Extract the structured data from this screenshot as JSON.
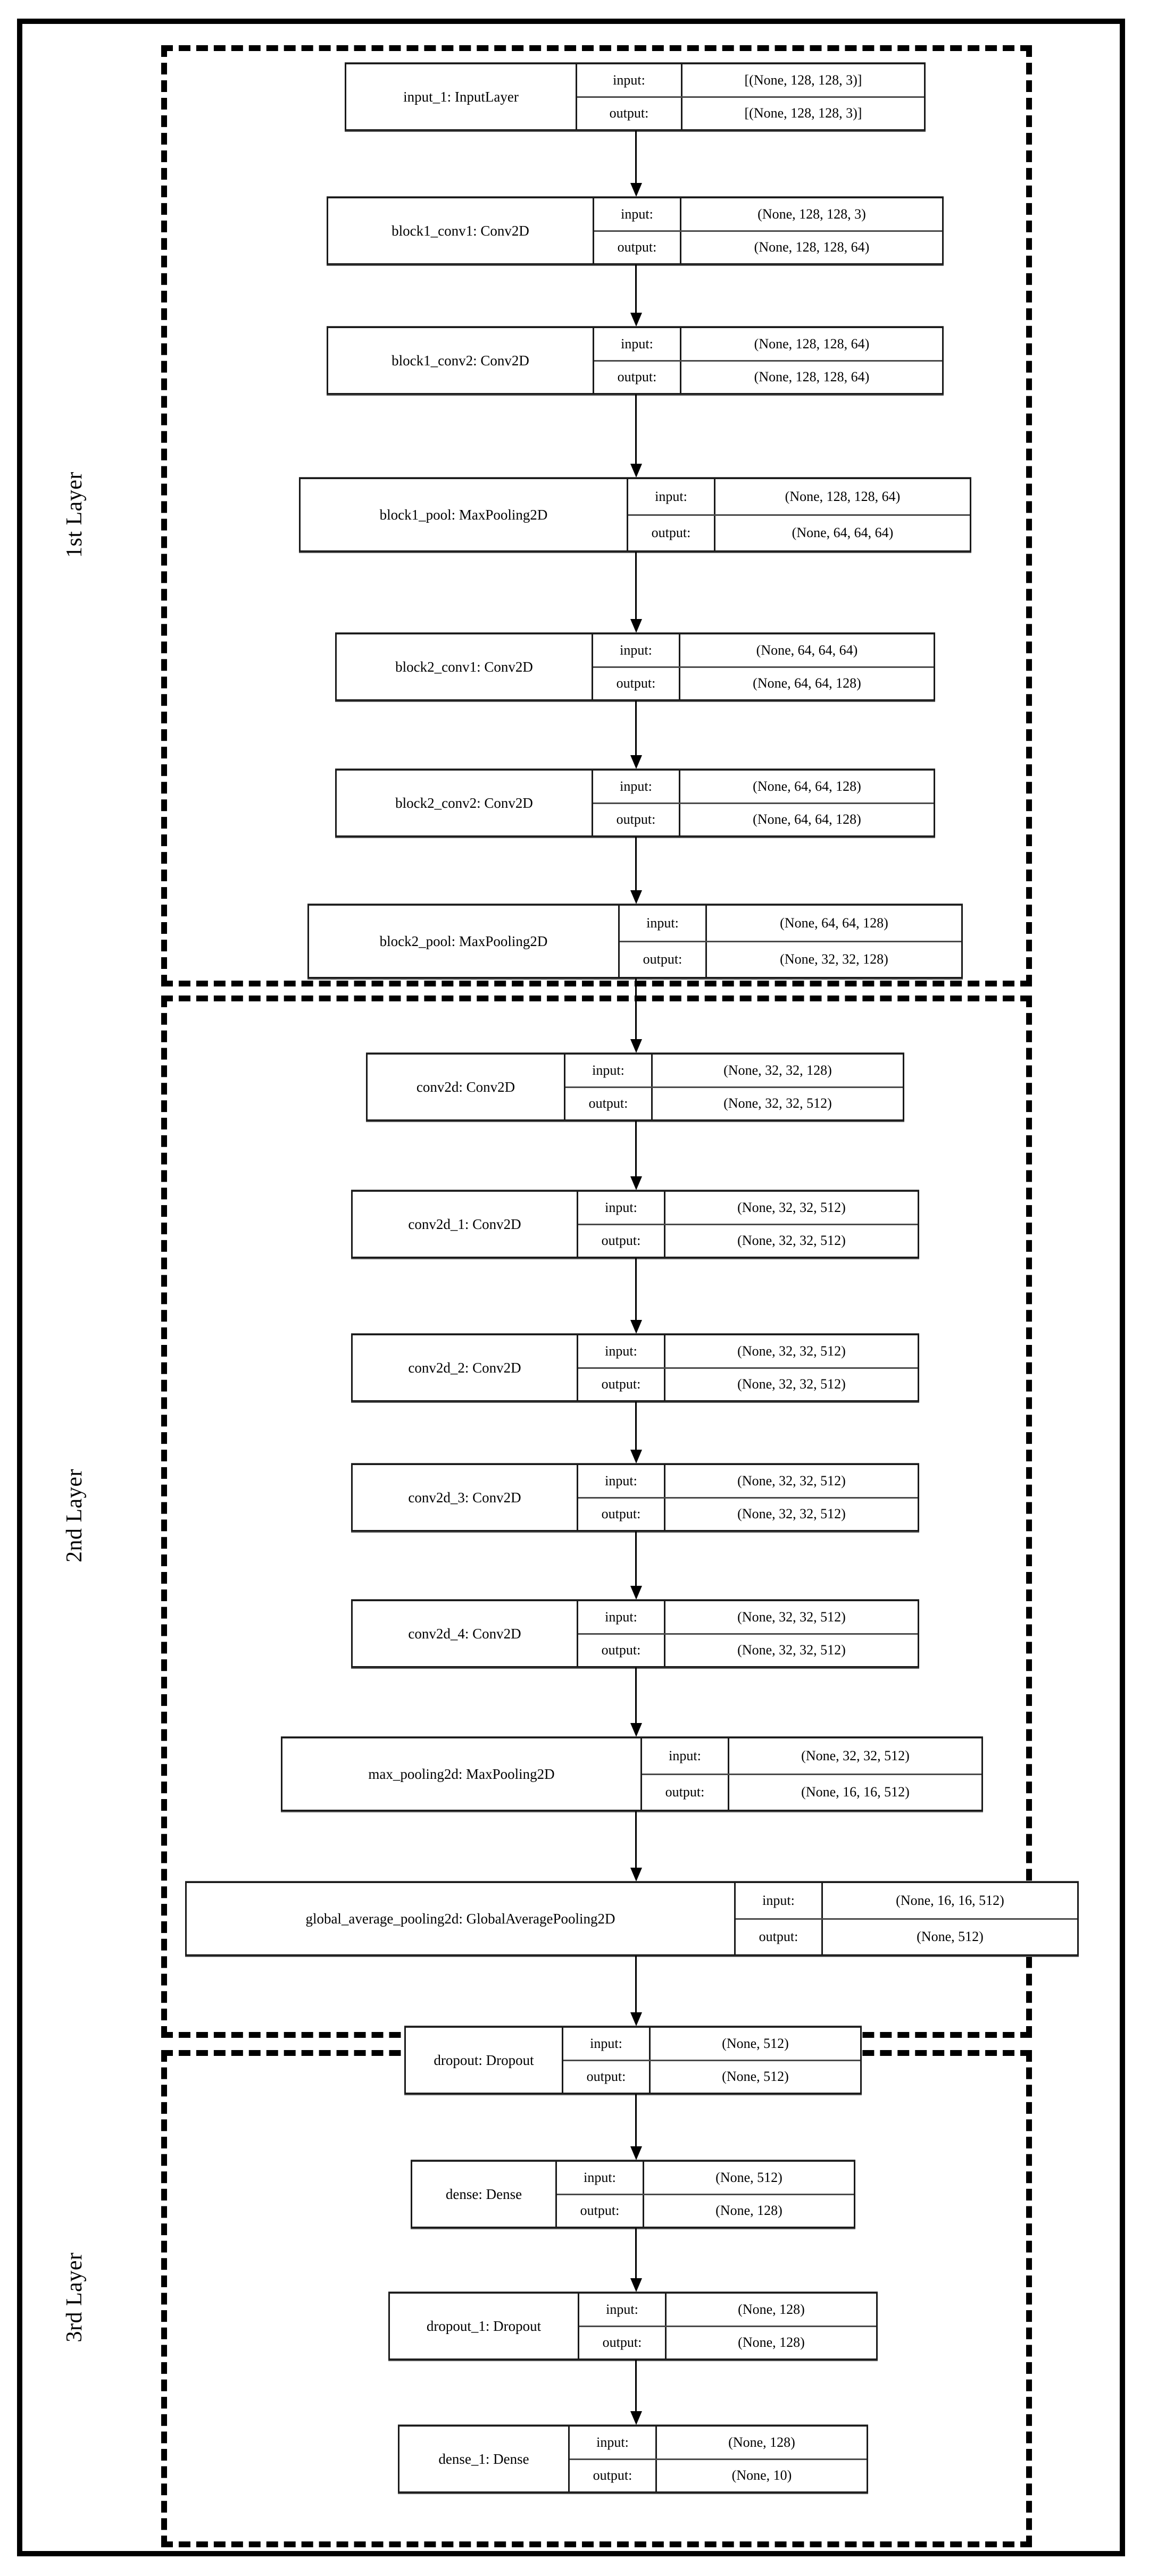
{
  "diagram": {
    "type": "keras-model-plot",
    "orientation": "top-to-bottom",
    "io_keys": {
      "input": "input:",
      "output": "output:"
    }
  },
  "sections": [
    {
      "id": "section-1",
      "label": "1st Layer"
    },
    {
      "id": "section-2",
      "label": "2nd Layer"
    },
    {
      "id": "section-3",
      "label": "3rd Layer"
    }
  ],
  "nodes": [
    {
      "name": "input_1: InputLayer",
      "input": "[(None, 128, 128, 3)]",
      "output": "[(None, 128, 128, 3)]"
    },
    {
      "name": "block1_conv1: Conv2D",
      "input": "(None, 128, 128, 3)",
      "output": "(None, 128, 128, 64)"
    },
    {
      "name": "block1_conv2: Conv2D",
      "input": "(None, 128, 128, 64)",
      "output": "(None, 128, 128, 64)"
    },
    {
      "name": "block1_pool: MaxPooling2D",
      "input": "(None, 128, 128, 64)",
      "output": "(None, 64, 64, 64)"
    },
    {
      "name": "block2_conv1: Conv2D",
      "input": "(None, 64, 64, 64)",
      "output": "(None, 64, 64, 128)"
    },
    {
      "name": "block2_conv2: Conv2D",
      "input": "(None, 64, 64, 128)",
      "output": "(None, 64, 64, 128)"
    },
    {
      "name": "block2_pool: MaxPooling2D",
      "input": "(None, 64, 64, 128)",
      "output": "(None, 32, 32, 128)"
    },
    {
      "name": "conv2d: Conv2D",
      "input": "(None, 32, 32, 128)",
      "output": "(None, 32, 32, 512)"
    },
    {
      "name": "conv2d_1: Conv2D",
      "input": "(None, 32, 32, 512)",
      "output": "(None, 32, 32, 512)"
    },
    {
      "name": "conv2d_2: Conv2D",
      "input": "(None, 32, 32, 512)",
      "output": "(None, 32, 32, 512)"
    },
    {
      "name": "conv2d_3: Conv2D",
      "input": "(None, 32, 32, 512)",
      "output": "(None, 32, 32, 512)"
    },
    {
      "name": "conv2d_4: Conv2D",
      "input": "(None, 32, 32, 512)",
      "output": "(None, 32, 32, 512)"
    },
    {
      "name": "max_pooling2d: MaxPooling2D",
      "input": "(None, 32, 32, 512)",
      "output": "(None, 16, 16, 512)"
    },
    {
      "name": "global_average_pooling2d: GlobalAveragePooling2D",
      "input": "(None, 16, 16, 512)",
      "output": "(None, 512)"
    },
    {
      "name": "dropout: Dropout",
      "input": "(None, 512)",
      "output": "(None, 512)"
    },
    {
      "name": "dense: Dense",
      "input": "(None, 512)",
      "output": "(None, 128)"
    },
    {
      "name": "dropout_1: Dropout",
      "input": "(None, 128)",
      "output": "(None, 128)"
    },
    {
      "name": "dense_1: Dense",
      "input": "(None, 128)",
      "output": "(None, 10)"
    }
  ]
}
